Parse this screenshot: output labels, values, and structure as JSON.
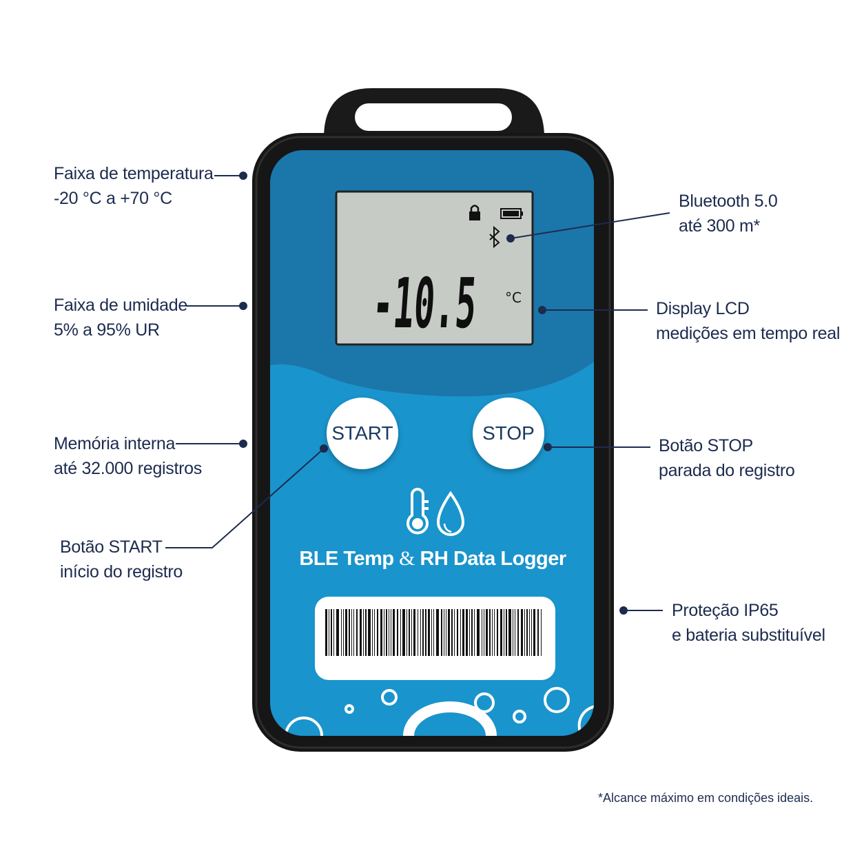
{
  "device": {
    "lcd": {
      "reading": "-10.5",
      "unit": "°C",
      "battery_level": 1.0
    },
    "buttons": {
      "start": "START",
      "stop": "STOP"
    },
    "title": {
      "part1": "BLE Temp ",
      "amp": "&",
      "part2": " RH Data Logger"
    },
    "colors": {
      "body_top": "#1b76aa",
      "body_bottom": "#1a94cc",
      "casing": "#161616",
      "lcd_bg": "#c7cbc6"
    }
  },
  "annotations": {
    "temperature": {
      "line1": "Faixa de temperatura",
      "line2": "-20 °C a +70 °C"
    },
    "humidity": {
      "line1": "Faixa de umidade",
      "line2": "5% a 95% UR"
    },
    "memory": {
      "line1": "Memória interna",
      "line2": "até 32.000 registros"
    },
    "start_button": {
      "line1": "Botão START",
      "line2": "início do registro"
    },
    "bluetooth": {
      "line1": "Bluetooth 5.0",
      "line2": "até 300 m*"
    },
    "display": {
      "line1": "Display LCD",
      "line2": "medições em tempo real"
    },
    "stop_button": {
      "line1": "Botão STOP",
      "line2": "parada do registro"
    },
    "protection": {
      "line1": "Proteção IP65",
      "line2": "e bateria substituível"
    }
  },
  "footnote": "*Alcance máximo em condições ideais.",
  "icons": [
    "lock-icon",
    "battery-icon",
    "bluetooth-icon",
    "thermometer-icon",
    "water-drop-icon",
    "barcode-icon"
  ]
}
